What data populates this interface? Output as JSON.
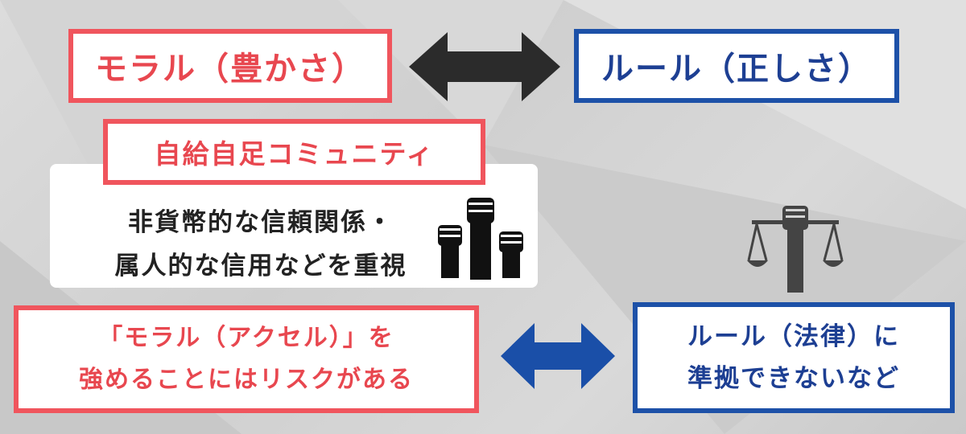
{
  "top": {
    "left_label": "モラル（豊かさ）",
    "right_label": "ルール（正しさ）"
  },
  "community": {
    "title": "自給自足コミュニティ",
    "line1": "非貨幣的な信頼関係・",
    "line2": "属人的な信用などを重視"
  },
  "bottom": {
    "left_line1": "「モラル（アクセル）」を",
    "left_line2": "強めることにはリスクがある",
    "right_line1": "ルール（法律）に",
    "right_line2": "準拠できないなど"
  },
  "colors": {
    "moral_red": "#f0555d",
    "rule_blue": "#1d51a8",
    "top_arrow": "#2b2b2b",
    "bottom_arrow": "#1a4fa8"
  },
  "icons": [
    "raised-fists-icon",
    "scales-of-justice-icon",
    "double-arrow-icon"
  ]
}
